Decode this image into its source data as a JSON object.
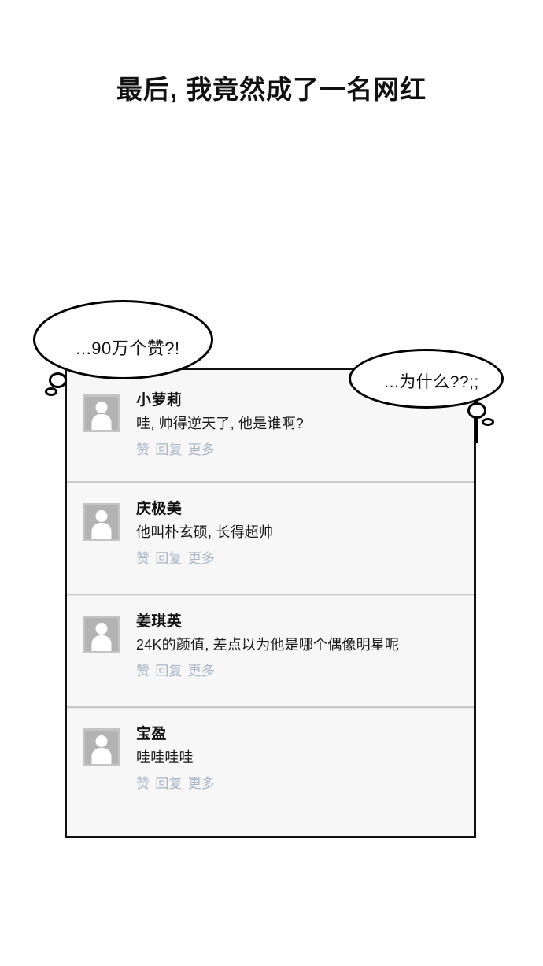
{
  "panel": {
    "title": "最后, 我竟然成了一名网红"
  },
  "bubbles": [
    {
      "id": "likes",
      "text": "...90万个赞?!"
    },
    {
      "id": "why",
      "text": "...为什么??;;"
    }
  ],
  "comments": {
    "actions": {
      "like": "赞",
      "reply": "回复",
      "more": "更多"
    },
    "items": [
      {
        "author": "小萝莉",
        "text": "哇, 帅得逆天了, 他是谁啊?",
        "like": "赞",
        "reply": "回复",
        "more": "更多"
      },
      {
        "author": "庆极美",
        "text": "他叫朴玄硕, 长得超帅",
        "like": "赞",
        "reply": "回复",
        "more": "更多"
      },
      {
        "author": "姜琪英",
        "text": "24K的颜值, 差点以为他是哪个偶像明星呢",
        "like": "赞",
        "reply": "回复",
        "more": "更多"
      },
      {
        "author": "宝盈",
        "text": "哇哇哇哇",
        "like": "赞",
        "reply": "回复",
        "more": "更多"
      }
    ]
  },
  "colors": {
    "background": "#ffffff",
    "card_background": "#f7f7f7",
    "card_border": "#111111",
    "text": "#111111",
    "action_link": "#a9b5c4",
    "avatar_fill": "#b3b3b3",
    "separator": "#c9c9c9"
  }
}
